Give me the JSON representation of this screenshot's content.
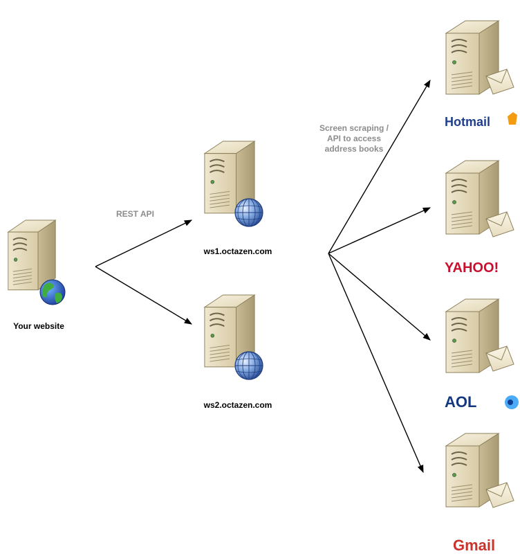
{
  "nodes": {
    "your_website": "Your website",
    "ws1": "ws1.octazen.com",
    "ws2": "ws2.octazen.com"
  },
  "edge_labels": {
    "rest_api": "REST API",
    "scraping_line1": "Screen scraping /",
    "scraping_line2": "API to access",
    "scraping_line3": "address books"
  },
  "providers": {
    "hotmail": "Hotmail",
    "yahoo": "YAHOO!",
    "aol": "AOL",
    "gmail": "Gmail"
  },
  "colors": {
    "server_body": "#e3d9bd",
    "server_side": "#b9ac86",
    "label_gray": "#8c8c8c",
    "hotmail_blue": "#1f3e8c",
    "yahoo_red": "#c8102e",
    "aol_blue": "#14387f",
    "gmail_red": "#c9332b"
  }
}
